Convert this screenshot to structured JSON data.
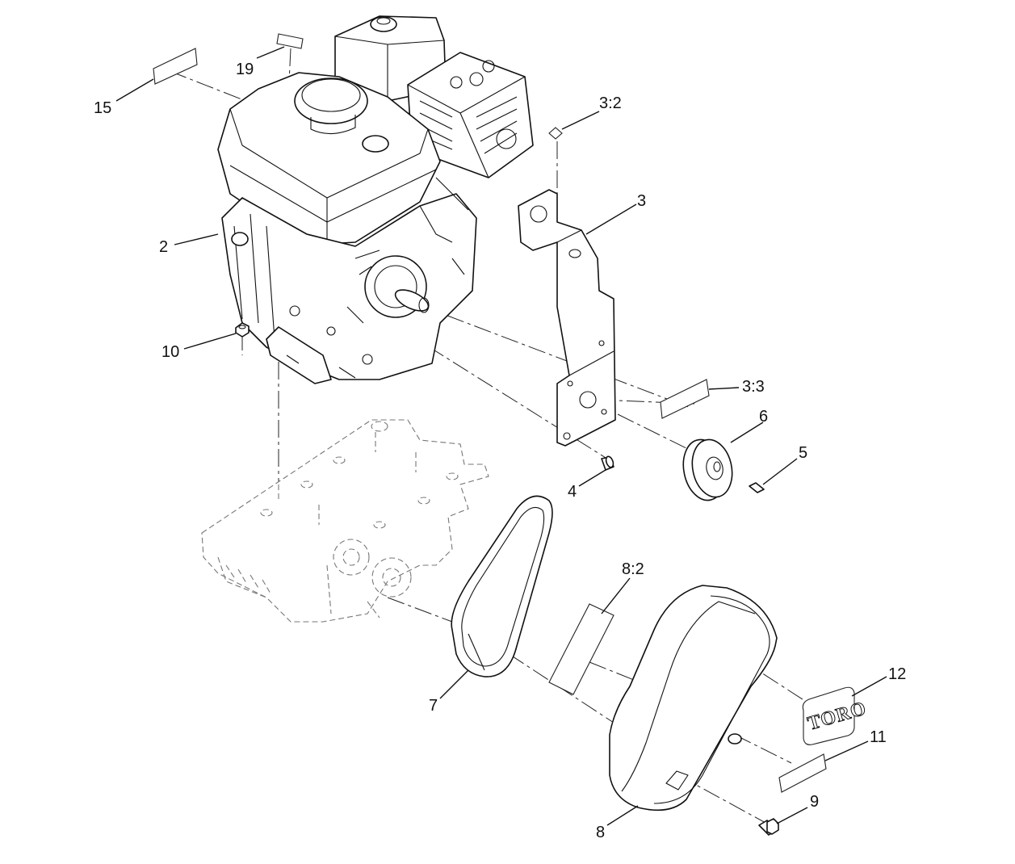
{
  "diagram": {
    "callouts": {
      "c2": "2",
      "c3": "3",
      "c3_2": "3:2",
      "c3_3": "3:3",
      "c4": "4",
      "c5": "5",
      "c6": "6",
      "c7": "7",
      "c8": "8",
      "c8_2": "8:2",
      "c9": "9",
      "c10": "10",
      "c11": "11",
      "c12": "12",
      "c15": "15",
      "c19": "19"
    },
    "logo_text": "TORO"
  }
}
